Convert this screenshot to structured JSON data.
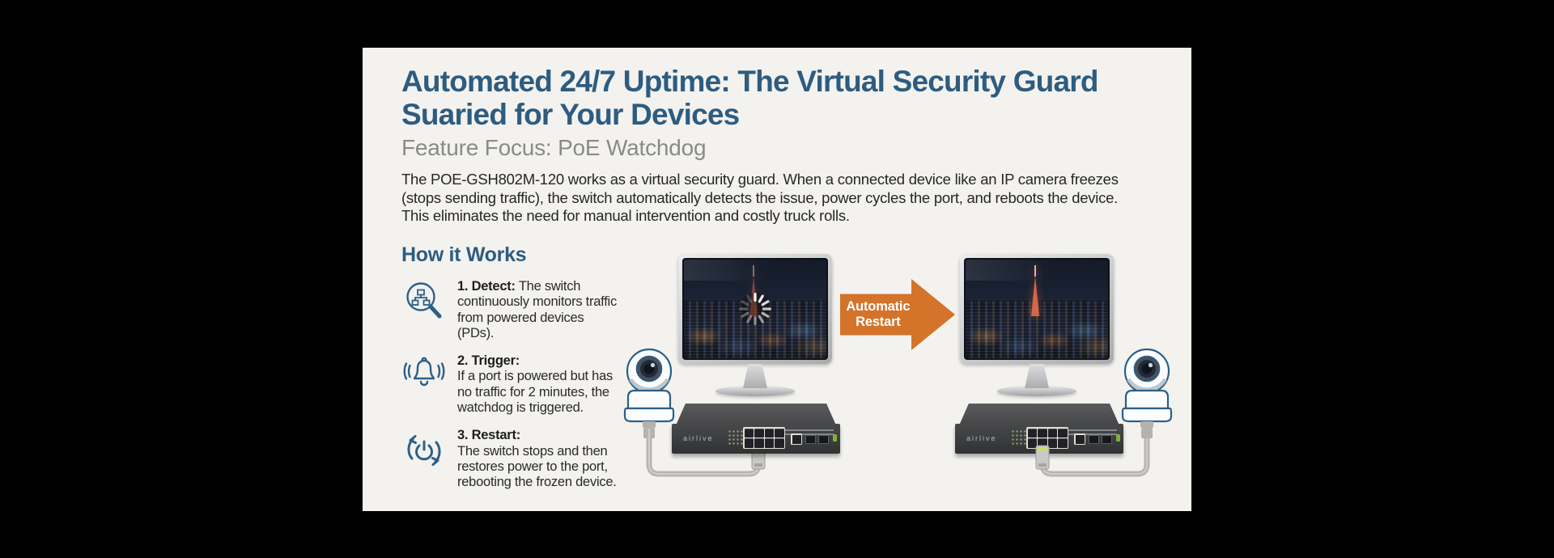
{
  "header": {
    "title_line1": "Automated 24/7 Uptime: The Virtual Security Guard",
    "title_line2": "Suaried for Your Devices",
    "subtitle": "Feature Focus: PoE Watchdog"
  },
  "intro": "The POE-GSH802M-120 works as a virtual security guard. When a connected device like an IP camera freezes (stops sending traffic), the switch automatically detects the issue, power cycles the port, and reboots the device. This eliminates the need for manual intervention and costly truck rolls.",
  "how_it_works": {
    "heading": "How it Works",
    "steps": [
      {
        "icon": "magnifier-network-icon",
        "label": "1. Detect:",
        "text": "The switch continuously monitors traffic from powered devices (PDs)."
      },
      {
        "icon": "alarm-bell-icon",
        "label": "2. Trigger:",
        "text": "If a port is powered but has no traffic for 2 minutes, the watchdog is triggered."
      },
      {
        "icon": "restart-power-icon",
        "label": "3. Restart:",
        "text": "The switch stops and then restores power to the port, rebooting the frozen device."
      }
    ]
  },
  "diagram": {
    "arrow_line1": "Automatic",
    "arrow_line2": "Restart",
    "switch_brand": "airlive",
    "left_monitor_state": "Frozen camera feed with loading spinner",
    "right_monitor_state": "Live camera feed restored"
  },
  "colors": {
    "page_background": "#000000",
    "card_background": "#f3f2ef",
    "title_blue": "#2d5c80",
    "subtitle_gray": "#8a8a8a",
    "body_text": "#262626",
    "accent_orange": "#d4732a",
    "icon_blue": "#2d6087"
  }
}
